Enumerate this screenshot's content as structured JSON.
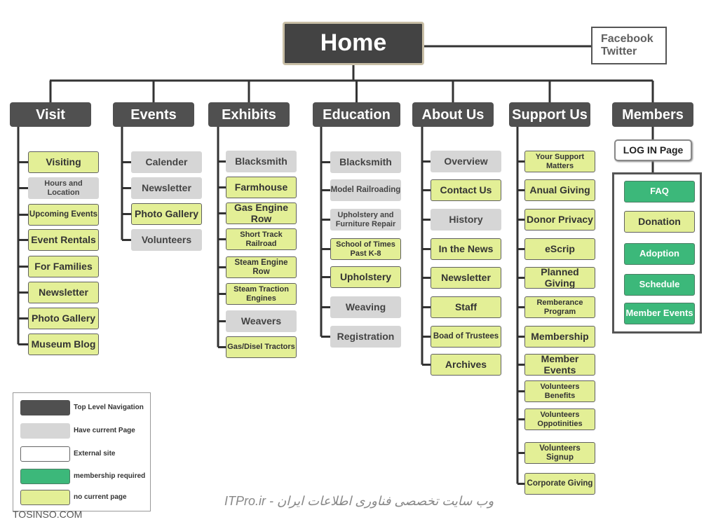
{
  "home": "Home",
  "external": [
    "Facebook",
    "Twitter"
  ],
  "columns": [
    {
      "title": "Visit",
      "items": [
        {
          "label": "Visiting",
          "kind": "nocur"
        },
        {
          "label": "Hours and Location",
          "kind": "cur"
        },
        {
          "label": "Upcoming Events",
          "kind": "nocur"
        },
        {
          "label": "Event Rentals",
          "kind": "nocur"
        },
        {
          "label": "For Families",
          "kind": "nocur"
        },
        {
          "label": "Newsletter",
          "kind": "nocur"
        },
        {
          "label": "Photo Gallery",
          "kind": "nocur"
        },
        {
          "label": "Museum Blog",
          "kind": "nocur"
        }
      ]
    },
    {
      "title": "Events",
      "items": [
        {
          "label": "Calender",
          "kind": "cur"
        },
        {
          "label": "Newsletter",
          "kind": "cur"
        },
        {
          "label": "Photo Gallery",
          "kind": "nocur"
        },
        {
          "label": "Volunteers",
          "kind": "cur"
        }
      ]
    },
    {
      "title": "Exhibits",
      "items": [
        {
          "label": "Blacksmith",
          "kind": "cur"
        },
        {
          "label": "Farmhouse",
          "kind": "nocur"
        },
        {
          "label": "Gas Engine Row",
          "kind": "nocur"
        },
        {
          "label": "Short Track Railroad",
          "kind": "nocur"
        },
        {
          "label": "Steam Engine Row",
          "kind": "nocur"
        },
        {
          "label": "Steam Traction Engines",
          "kind": "nocur"
        },
        {
          "label": "Weavers",
          "kind": "cur"
        },
        {
          "label": "Gas/Disel Tractors",
          "kind": "nocur"
        }
      ]
    },
    {
      "title": "Education",
      "items": [
        {
          "label": "Blacksmith",
          "kind": "cur"
        },
        {
          "label": "Model Railroading",
          "kind": "cur"
        },
        {
          "label": "Upholstery and Furniture Repair",
          "kind": "cur"
        },
        {
          "label": "School of Times Past K-8",
          "kind": "nocur"
        },
        {
          "label": "Upholstery",
          "kind": "nocur"
        },
        {
          "label": "Weaving",
          "kind": "cur"
        },
        {
          "label": "Registration",
          "kind": "cur"
        }
      ]
    },
    {
      "title": "About Us",
      "items": [
        {
          "label": "Overview",
          "kind": "cur"
        },
        {
          "label": "Contact Us",
          "kind": "nocur"
        },
        {
          "label": "History",
          "kind": "cur"
        },
        {
          "label": "In the News",
          "kind": "nocur"
        },
        {
          "label": "Newsletter",
          "kind": "nocur"
        },
        {
          "label": "Staff",
          "kind": "nocur"
        },
        {
          "label": "Boad of Trustees",
          "kind": "nocur"
        },
        {
          "label": "Archives",
          "kind": "nocur"
        }
      ]
    },
    {
      "title": "Support Us",
      "items": [
        {
          "label": "Your Support Matters",
          "kind": "nocur"
        },
        {
          "label": "Anual Giving",
          "kind": "nocur"
        },
        {
          "label": "Donor Privacy",
          "kind": "nocur"
        },
        {
          "label": "eScrip",
          "kind": "nocur"
        },
        {
          "label": "Planned Giving",
          "kind": "nocur"
        },
        {
          "label": "Remberance Program",
          "kind": "nocur"
        },
        {
          "label": "Membership",
          "kind": "nocur"
        },
        {
          "label": "Member Events",
          "kind": "nocur"
        },
        {
          "label": "Volunteers Benefits",
          "kind": "nocur"
        },
        {
          "label": "Volunteers Oppotinities",
          "kind": "nocur"
        },
        {
          "label": "Volunteers Signup",
          "kind": "nocur"
        },
        {
          "label": "Corporate Giving",
          "kind": "nocur"
        }
      ]
    },
    {
      "title": "Members",
      "login": "LOG IN Page",
      "items": [
        {
          "label": "FAQ",
          "kind": "mem"
        },
        {
          "label": "Donation",
          "kind": "nocur"
        },
        {
          "label": "Adoption",
          "kind": "mem"
        },
        {
          "label": "Schedule",
          "kind": "mem"
        },
        {
          "label": "Member Events",
          "kind": "mem"
        }
      ]
    }
  ],
  "legend": [
    {
      "label": "Top Level Navigation",
      "kind": "top"
    },
    {
      "label": "Have current Page",
      "kind": "cur"
    },
    {
      "label": "External site",
      "kind": "ext"
    },
    {
      "label": "membership required",
      "kind": "mem"
    },
    {
      "label": "no current page",
      "kind": "nocur"
    }
  ],
  "colors": {
    "top": "#505050",
    "cur": "#d6d6d6",
    "nocur": "#e3ef96",
    "mem": "#3cb87a",
    "line": "#333333"
  },
  "footer": "ITPro.ir - وب سایت تخصصی فناوری اطلاعات ایران",
  "watermark": "TOSINSO.COM"
}
